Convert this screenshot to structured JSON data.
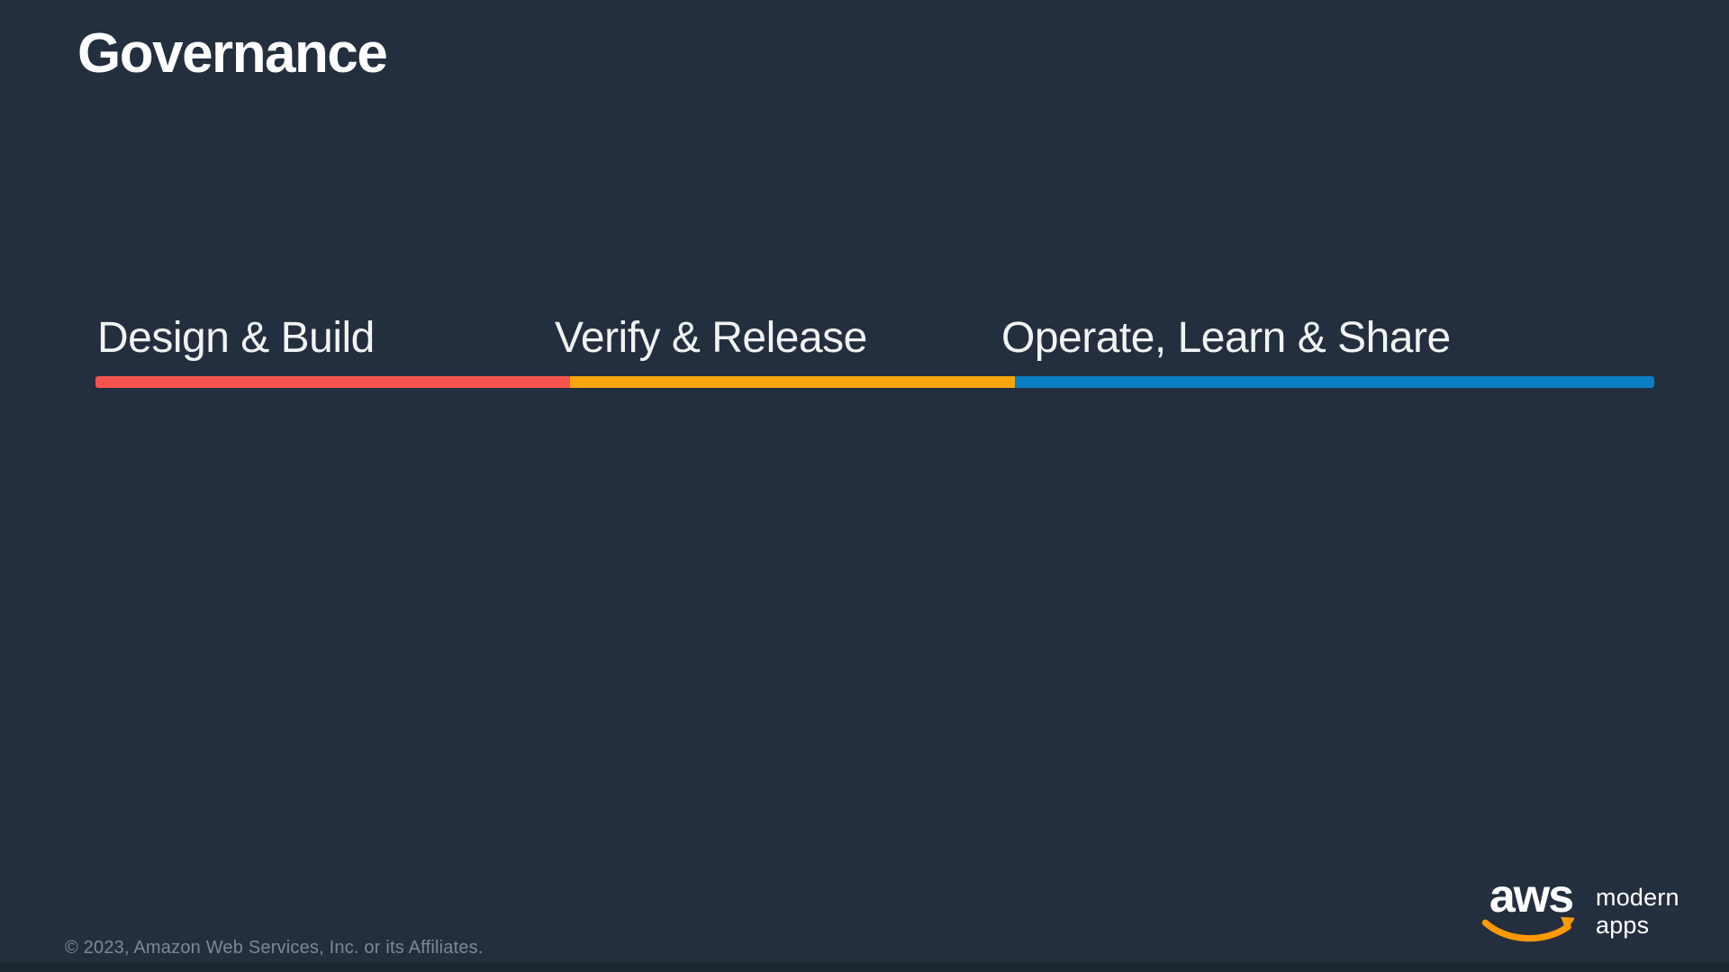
{
  "slide": {
    "title": "Governance",
    "phases": [
      {
        "label": "Design & Build",
        "color": "#F4544D"
      },
      {
        "label": "Verify & Release",
        "color": "#F8A50F"
      },
      {
        "label": "Operate, Learn & Share",
        "color": "#0A7EC2"
      }
    ],
    "footer": {
      "copyright": "© 2023, Amazon Web Services, Inc. or its Affiliates."
    },
    "logo": {
      "wordmark": "aws",
      "product_line1": "modern",
      "product_line2": "apps",
      "swoosh_color": "#FF9900"
    },
    "colors": {
      "background": "#232F3E",
      "bottom_strip": "#1D2732"
    }
  }
}
